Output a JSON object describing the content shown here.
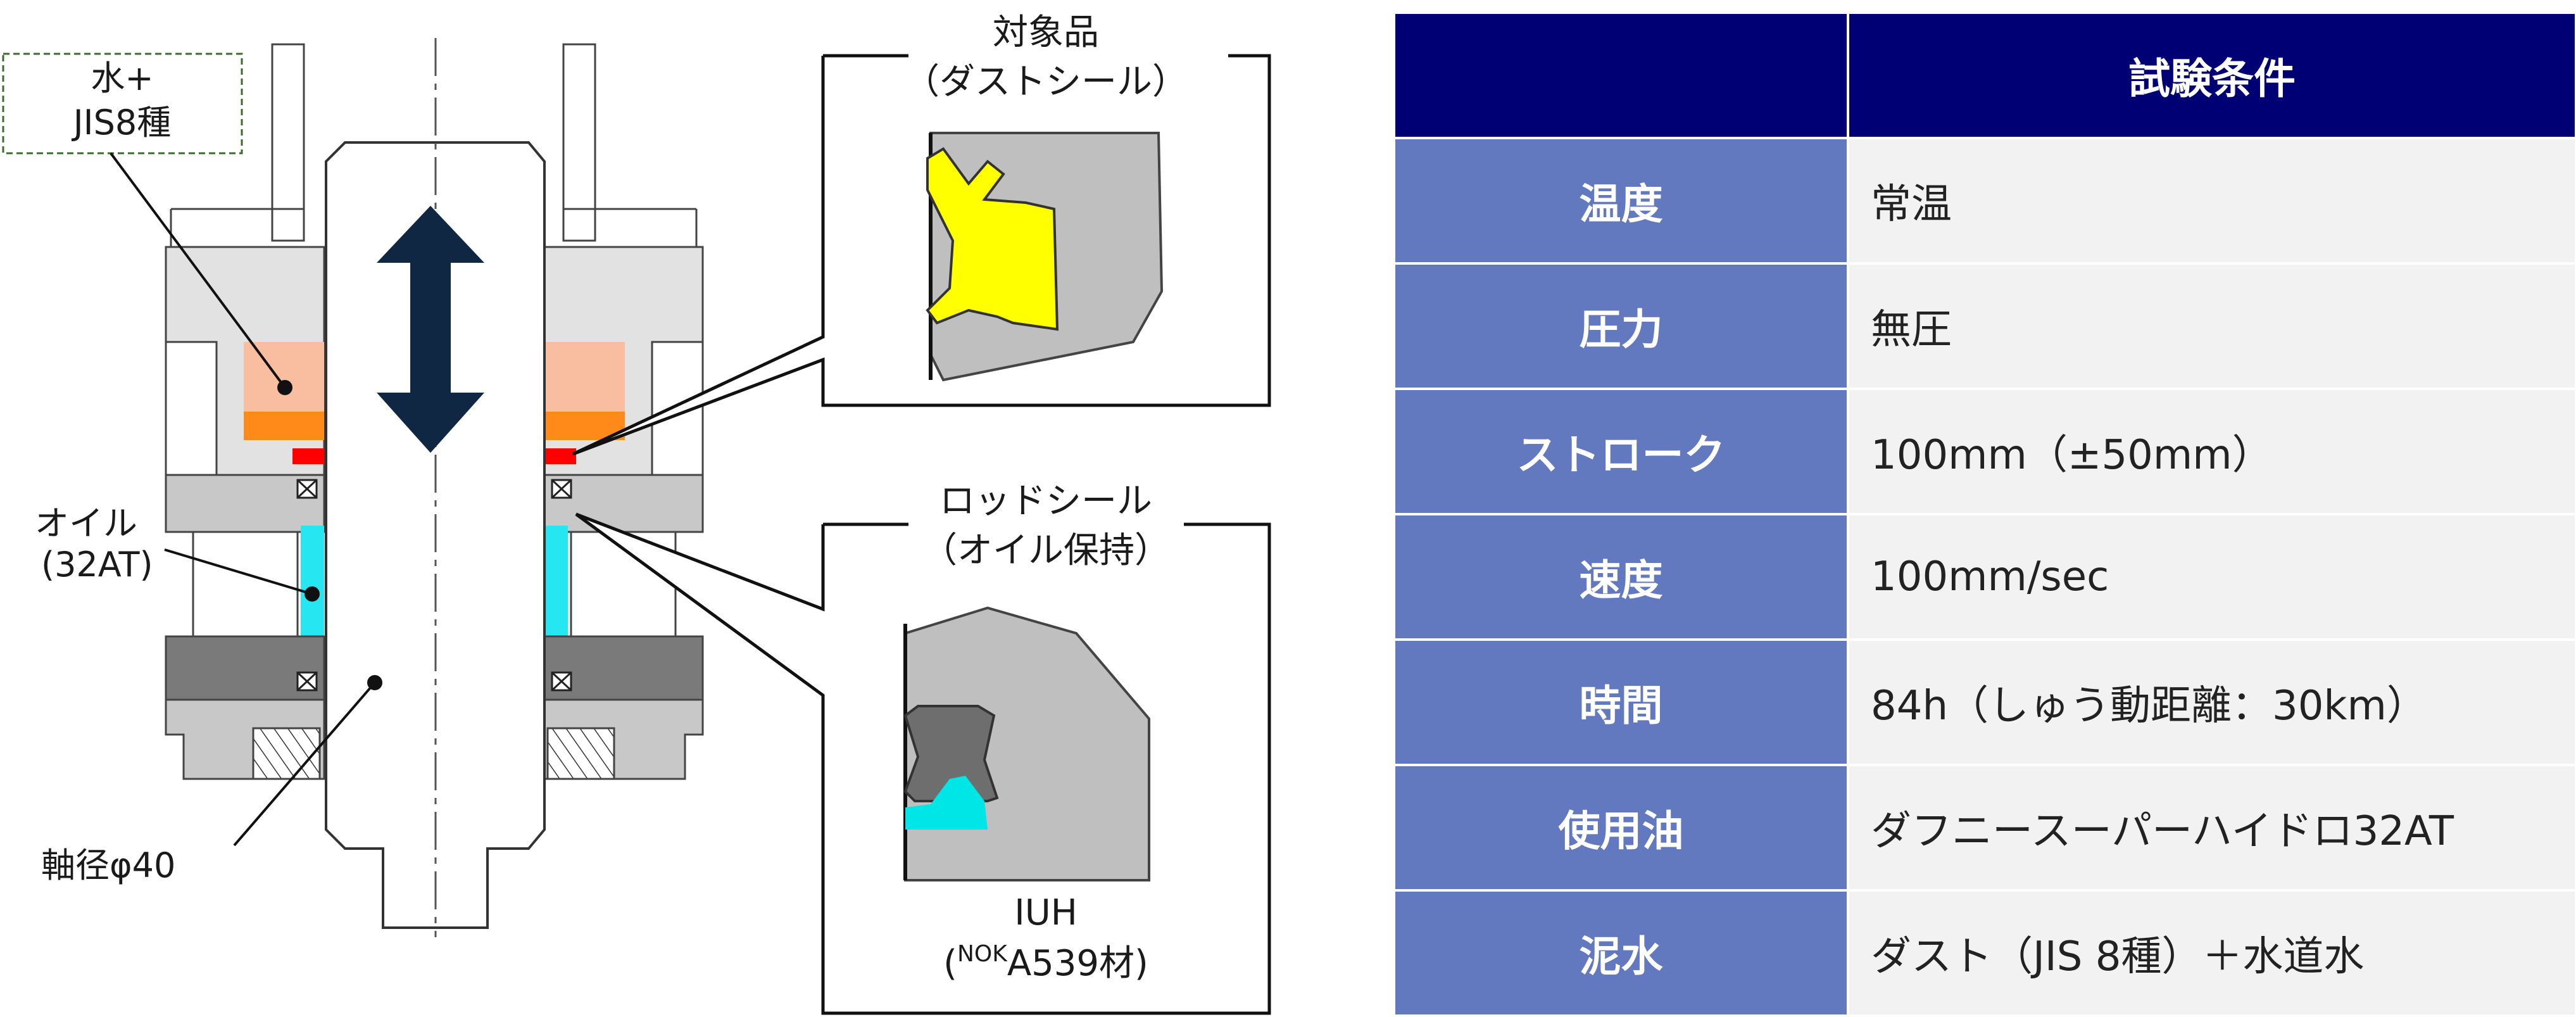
{
  "labels": {
    "water": "水+",
    "jis": "JIS8種",
    "oil": "オイル",
    "oil_code": "(32AT)",
    "shaft": "軸径φ40",
    "target_title": "対象品",
    "target_sub": "（ダストシール）",
    "rod_title": "ロッドシール",
    "rod_sub": "（オイル保持）",
    "iuh": "IUH",
    "nok_prefix": "(",
    "nok_super": "NOK",
    "nok_material": "A539材)"
  },
  "table": {
    "header": "試験条件",
    "rows": [
      {
        "key": "温度",
        "value": "常温"
      },
      {
        "key": "圧力",
        "value": "無圧"
      },
      {
        "key": "ストローク",
        "value": "100mm（±50mm）"
      },
      {
        "key": "速度",
        "value": "100mm/sec"
      },
      {
        "key": "時間",
        "value": "84h（しゅう動距離：30km）"
      },
      {
        "key": "使用油",
        "value": "ダフニースーパーハイドロ32AT"
      },
      {
        "key": "泥水",
        "value": "ダスト（JIS 8種）＋水道水"
      }
    ]
  },
  "colors": {
    "header_bg": "#000074",
    "key_bg": "#6379bf",
    "value_bg": "#f2f2f2",
    "dust_seal": "#ffff00",
    "rod_seal_lip": "#00e5e5",
    "mud_water": "#f9bea0",
    "oil": "#26e6f2",
    "arrow": "#0f2742"
  }
}
